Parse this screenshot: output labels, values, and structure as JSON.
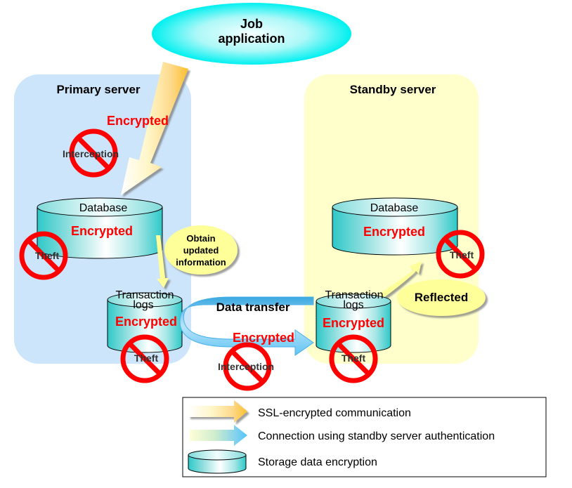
{
  "job_application": {
    "line1": "Job",
    "line2": "application"
  },
  "primary_server": {
    "title": "Primary server",
    "ssl_encrypted_label": "Encrypted",
    "ssl_interception_label": "Interception",
    "database": {
      "title": "Database",
      "status": "Encrypted",
      "theft_label": "Theft"
    },
    "obtain_bubble": {
      "line1": "Obtain",
      "line2": "updated",
      "line3": "information"
    },
    "transaction_logs": {
      "line1": "Transaction",
      "line2": "logs",
      "status": "Encrypted",
      "theft_label": "Theft"
    }
  },
  "data_transfer": {
    "label": "Data transfer",
    "status": "Encrypted",
    "interception_label": "Interception"
  },
  "standby_server": {
    "title": "Standby server",
    "database": {
      "title": "Database",
      "status": "Encrypted",
      "theft_label": "Theft"
    },
    "reflected_bubble": "Reflected",
    "transaction_logs": {
      "line1": "Transaction",
      "line2": "logs",
      "status": "Encrypted",
      "theft_label": "Theft"
    }
  },
  "legend": {
    "items": [
      {
        "icon": "ssl-arrow-icon",
        "label": "SSL-encrypted communication"
      },
      {
        "icon": "auth-arrow-icon",
        "label": "Connection using standby server authentication"
      },
      {
        "icon": "storage-cylinder-icon",
        "label": "Storage data encryption"
      }
    ]
  },
  "colors": {
    "primary_panel": "#cce5fb",
    "standby_panel": "#ffffcc",
    "encrypted_text": "#ff0000",
    "prohibit": "#ff0000",
    "cylinder": "#33cccc",
    "bubble": "#ffff99",
    "ellipse": "#00ffff"
  }
}
